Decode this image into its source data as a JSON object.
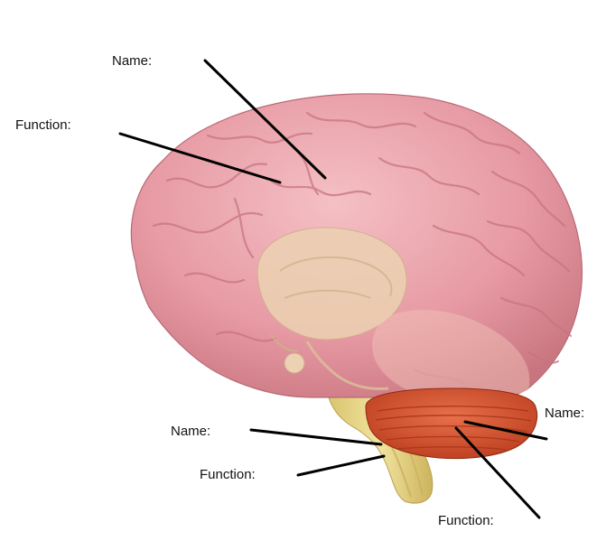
{
  "labels": {
    "cerebrum_name": "Name:",
    "cerebrum_function": "Function:",
    "brainstem_name": "Name:",
    "brainstem_function": "Function:",
    "cerebellum_name": "Name:",
    "cerebellum_function": "Function:"
  },
  "colors": {
    "background": "#ffffff",
    "cerebrum": "#e8a0a8",
    "cerebrum_shadow": "#c97580",
    "midbrain": "#ecd2b2",
    "brainstem": "#e8d88a",
    "cerebellum": "#d9552e",
    "leader_line": "#000000",
    "text": "#111111"
  }
}
